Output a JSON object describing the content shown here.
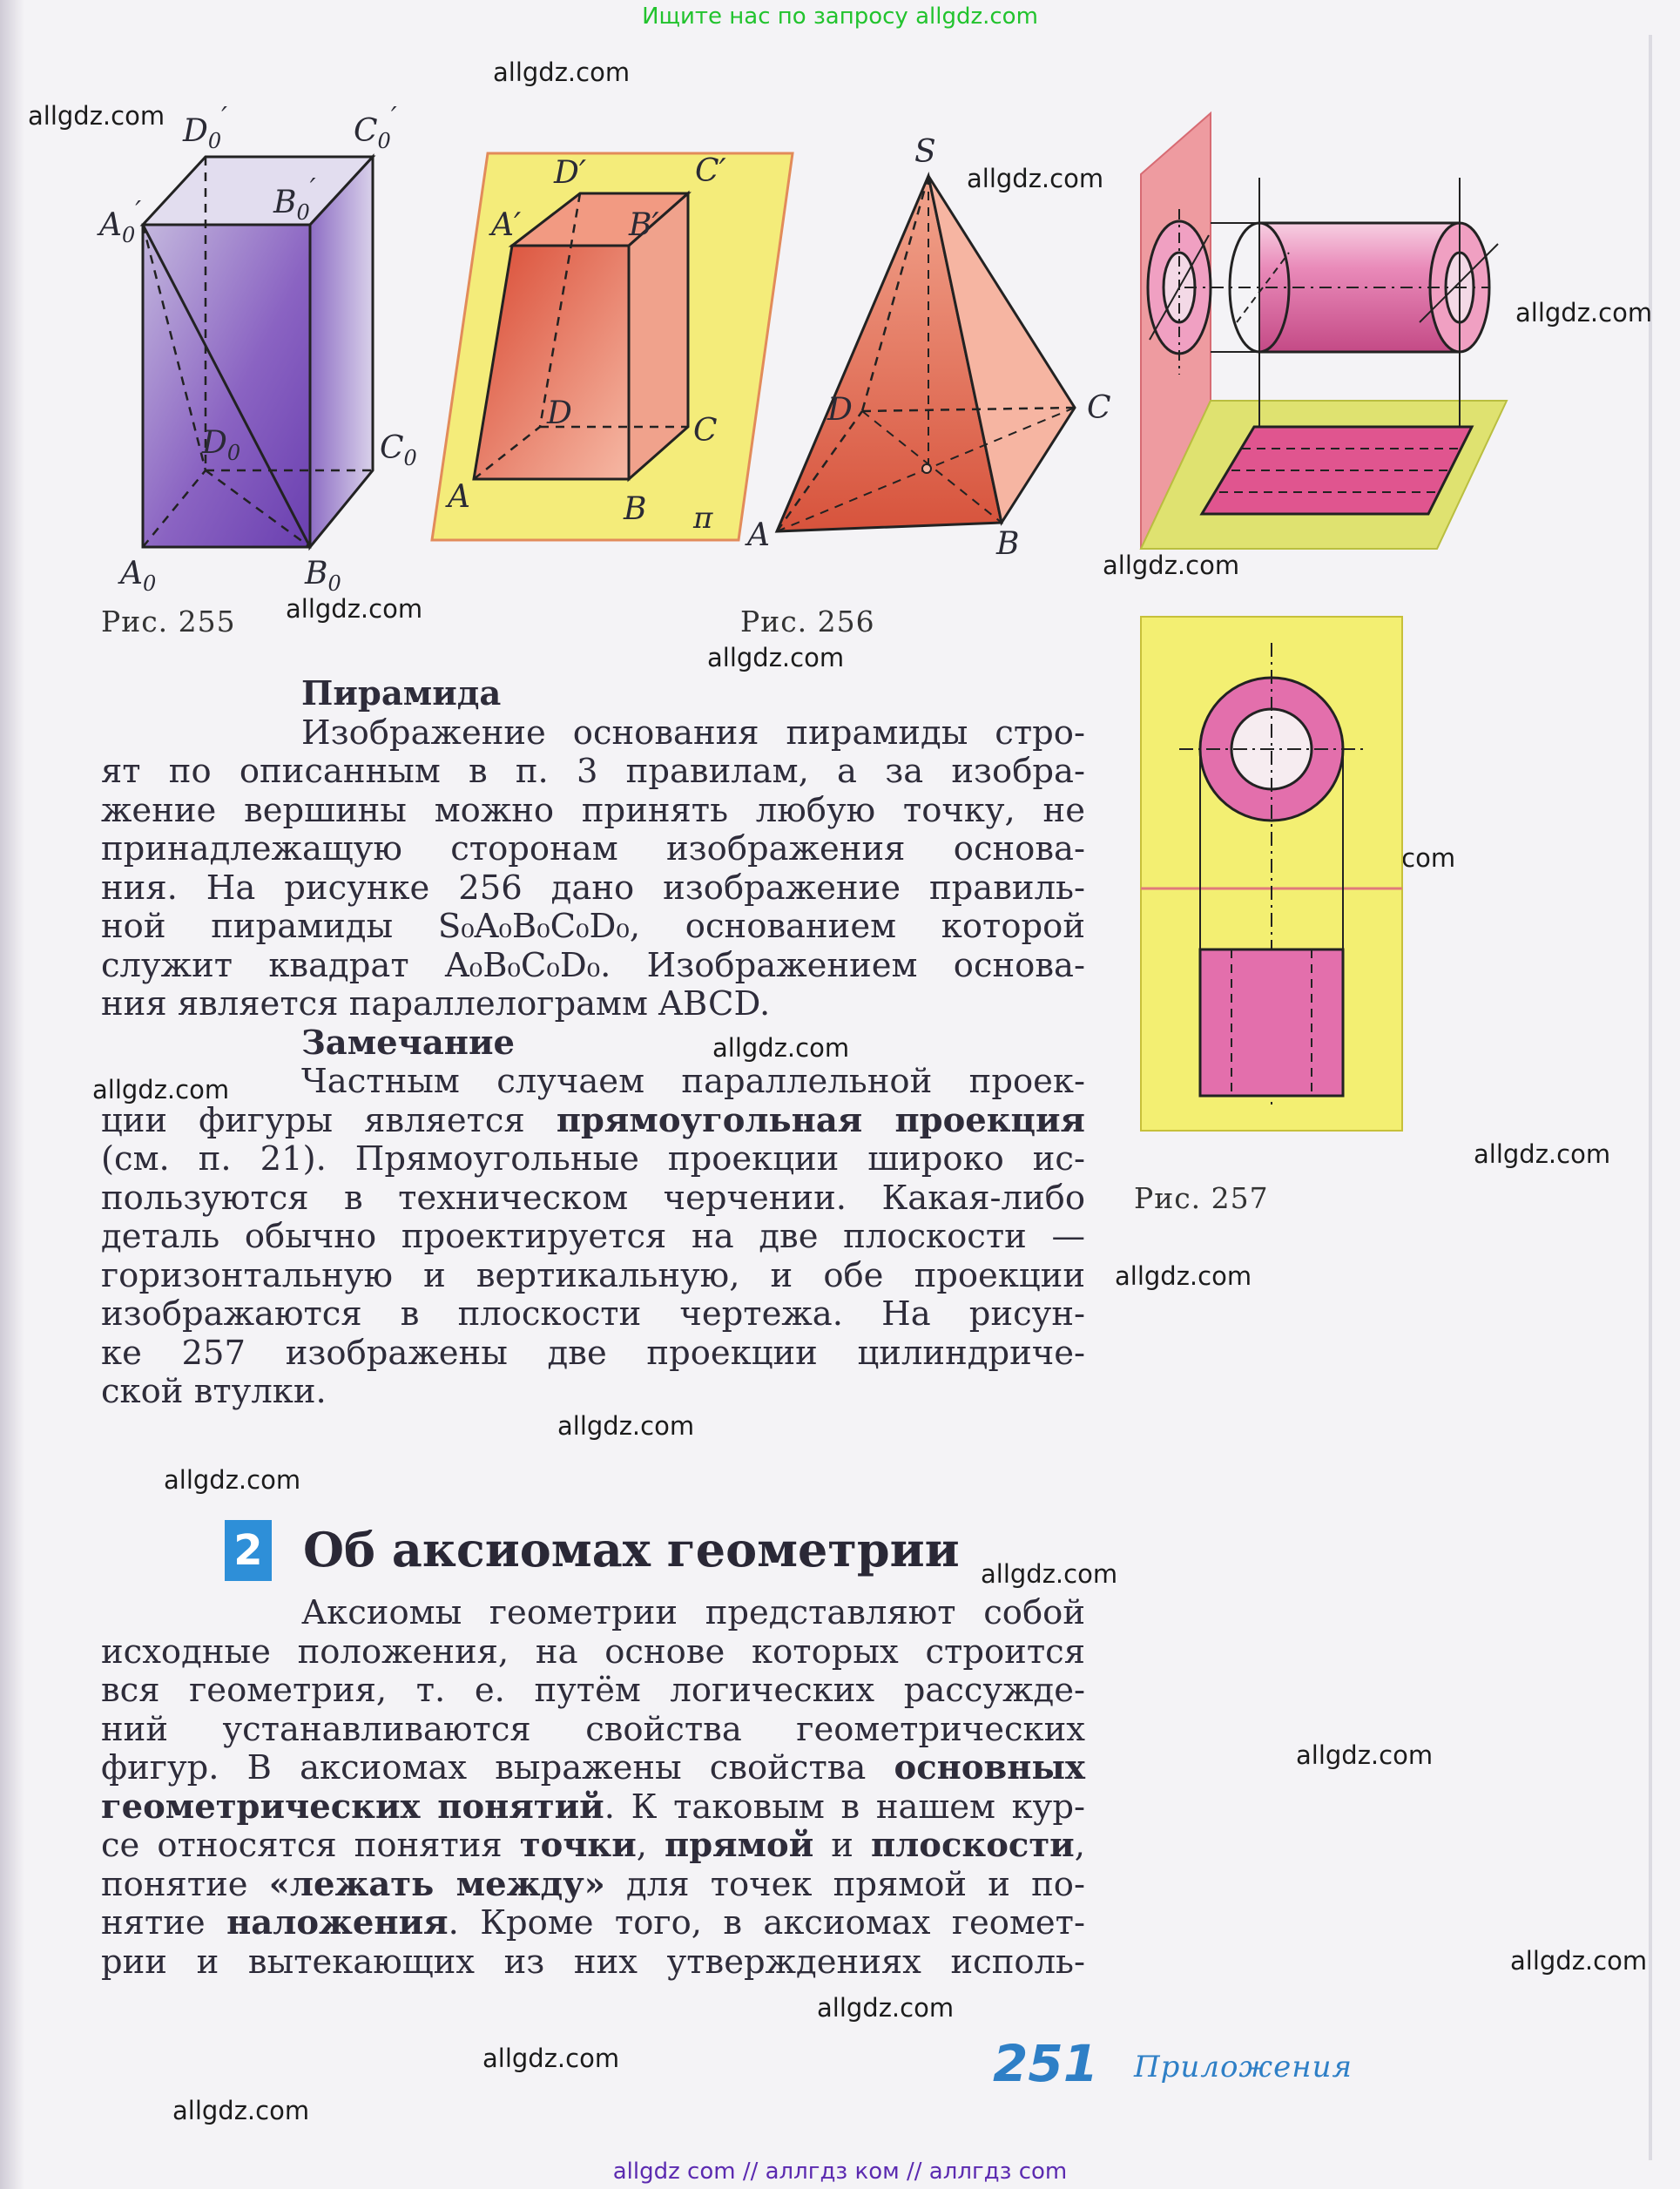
{
  "banner": "Ищите нас по запросу allgdz.com",
  "watermark": "allgdz.com",
  "footer": "allgdz com  //  аллгдз ком  //  аллгдз com",
  "figures": {
    "fig255": {
      "caption": "Рис. 255",
      "labels": {
        "D0p": "D",
        "C0p": "C",
        "A0p": "A",
        "B0p": "B",
        "D0": "D",
        "C0": "C",
        "A0": "A",
        "B0": "B",
        "prime": "′",
        "sub0": "0"
      }
    },
    "fig256": {
      "caption": "Рис. 256",
      "labels": {
        "Ap": "A′",
        "Bp": "B′",
        "Cp": "C′",
        "Dp": "D′",
        "A": "A",
        "B": "B",
        "C": "C",
        "D": "D",
        "pi": "π",
        "S": "S"
      }
    },
    "fig257": {
      "caption": "Рис. 257"
    }
  },
  "pyramid": {
    "heading": "Пирамида",
    "p1_lines": [
      "Изображение основания пирамиды стро-",
      "ят по описанным в п. 3 правилам, а за изобра-",
      "жение вершины можно принять любую точку, не",
      "принадлежащую сторонам изображения основа-",
      "ния. На рисунке 256 дано изображение правиль-",
      "ной пирамиды S₀A₀B₀C₀D₀, основанием которой",
      "служит квадрат A₀B₀C₀D₀. Изображением основа-",
      "ния является параллелограмм ABCD."
    ]
  },
  "note": {
    "heading": "Замечание",
    "l1": "Частным случаем параллельной проек-",
    "l2a": "ции фигуры является ",
    "l2b": "прямоугольная проекция",
    "l3": "(см. п. 21). Прямоугольные проекции широко ис-",
    "l4": "пользуются в техническом черчении. Какая-либо",
    "l5": "деталь обычно проектируется на две плоскости —",
    "l6": "горизонтальную и вертикальную, и обе проекции",
    "l7": "изображаются в плоскости чертежа. На рисун-",
    "l8": "ке 257 изображены две проекции цилиндриче-",
    "l9": "ской втулки."
  },
  "section": {
    "number": "2",
    "title": "Об аксиомах геометрии",
    "l1": "Аксиомы геометрии представляют собой",
    "l2": "исходные положения, на основе которых строится",
    "l3": "вся геометрия, т. е. путём логических рассужде-",
    "l4": "ний устанавливаются свойства геометрических",
    "l5a": "фигур. В аксиомах выражены свойства ",
    "l5b": "основных",
    "l6a": "геометрических понятий",
    "l6b": ". К таковым в нашем кур-",
    "l7a": "се относятся понятия ",
    "l7b": "точки",
    "l7c": ", ",
    "l7d": "прямой",
    "l7e": " и ",
    "l7f": "плоскости",
    "l7g": ",",
    "l8a": "понятие ",
    "l8b": "«лежать между»",
    "l8c": " для точек прямой и по-",
    "l9a": "нятие ",
    "l9b": "наложения",
    "l9c": ". Кроме того, в аксиомах геомет-",
    "l10": "рии и вытекающих из них утверждениях исполь-"
  },
  "page": {
    "number": "251",
    "section": "Приложения"
  }
}
